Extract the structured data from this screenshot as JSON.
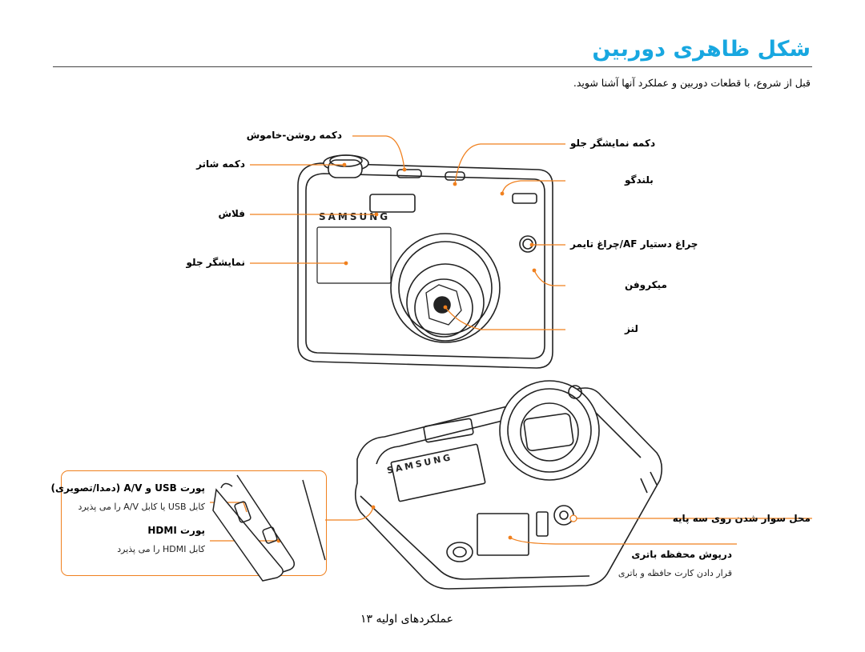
{
  "page": {
    "title": "شکل ظاهری دوربین",
    "intro": "قبل از شروع، با قطعات دوربین و عملکرد آنها آشنا شوید.",
    "footer": "عملکردهای اولیه ۱۳"
  },
  "brand": "SAMSUNG",
  "labels": {
    "power_button": "دکمه روشن-خاموش",
    "shutter_button": "دکمه شاتر",
    "flash": "فلاش",
    "front_display": "نمایشگر جلو",
    "front_display_button": "دکمه نمایشگر جلو",
    "speaker": "بلندگو",
    "af_lamp": "چراغ دستیار AF/چراغ تایمر",
    "microphone": "میکروفن",
    "lens": "لنز",
    "tripod_mount": "محل سوار شدن روی سه پایه",
    "battery_cover": "درپوش محفظه باتری",
    "battery_cover_sub": "قرار دادن کارت حافظه و باتری",
    "usb_av_port": "پورت USB و A/V (دمدا/تصویری)",
    "usb_av_port_sub": "کابل USB یا کابل A/V را می پذیرد",
    "hdmi_port": "پورت HDMI",
    "hdmi_port_sub": "کابل HDMI را می پذیرد"
  },
  "colors": {
    "title": "#18a7e0",
    "leader_line": "#f0801e",
    "outline": "#222222"
  }
}
